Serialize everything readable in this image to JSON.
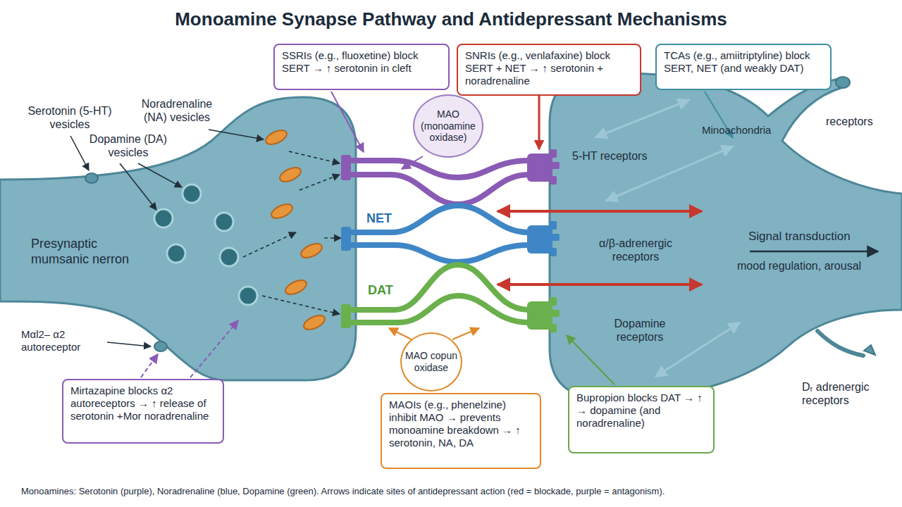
{
  "diagram": {
    "title": "Monoamine Synapse Pathway and Antidepressant Mechanisms",
    "caption": "Monoamines: Serotonin (purple), Noradrenaline (blue, Dopamine (green). Arrows indicate sites of antidepressant action (red = blockade, purple = antagonism).",
    "nodes": [
      {
        "text": [
          "SSRIs (e.g., fluoxetine) block SERT → ↑ serotonin in cleft"
        ]
      },
      {
        "text": [
          "SNRIs (e.g., venlafaxine) block SERT + NET → ↑ serotonin + noradrenaline"
        ]
      },
      {
        "text": [
          "TCAs (e.g., amiitriptyline) block SERT, NET (and weakly DAT)"
        ]
      },
      {
        "text": [
          "MAO (monoamine oxidase)"
        ]
      },
      {
        "text": [
          "Mirtazapine blocks α2 autoreceptors → ↑ release of serotonin +Mor noradrenaline"
        ]
      },
      {
        "text": [
          "MAO copun oxidase"
        ]
      },
      {
        "text": [
          "MAOIs (e.g., phenelzine) inhibit MAO → prevents monoamine breakdown → ↑ serotonin, NA, DA"
        ]
      },
      {
        "text": [
          "Bupropion blocks DAT → ↑ → dopamine (and noradrenaline)"
        ]
      }
    ],
    "labels": [
      "Serotonin (5-HT) vesicles",
      "Noradrenaline (NA) vesicles",
      "Dopamine (DA) vesicles",
      "Presynaptic mumsanic nerron",
      "Mαl2– α2 autoreceptor",
      "NET",
      "DAT",
      "5-HT receptors",
      "α/β-adrenergic receptors",
      "Dopamine receptors",
      "Signal transduction",
      "mood regulation, arousal",
      "Minoachondria",
      "receptors",
      "Dᵣ adrenergic receptors"
    ]
  }
}
